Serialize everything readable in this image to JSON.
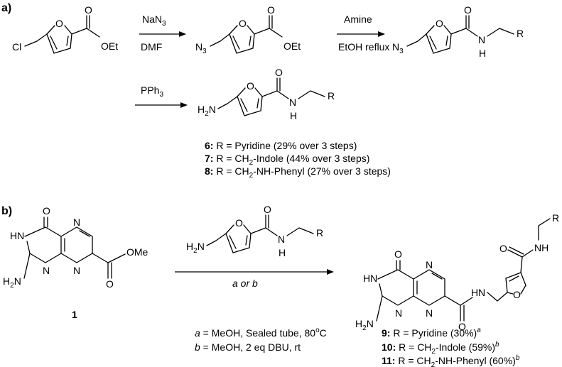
{
  "panels": {
    "a": "a)",
    "b": "b)"
  },
  "atoms": {
    "cl": "Cl",
    "o": "O",
    "oet": "OEt",
    "n": "N",
    "nh": "NH",
    "h": "H",
    "r": "R",
    "n3_main": "N",
    "n3_sub": "3",
    "h2n_main": "H",
    "h2n_sub": "2",
    "h2n_n": "N",
    "ome": "OMe",
    "hn": "HN"
  },
  "reaction_a": {
    "step1": {
      "reagent_main": "NaN",
      "reagent_sub": "3",
      "solvent": "DMF"
    },
    "step2": {
      "reagent": "Amine",
      "conditions": "EtOH reflux"
    },
    "step3": {
      "reagent_main": "PPh",
      "reagent_sub": "3"
    }
  },
  "products_a": [
    {
      "num": "6:",
      "text_a": " R = Pyridine (29% over 3 steps)"
    },
    {
      "num": "7:",
      "text_a": " R = CH",
      "sub": "2",
      "text_b": "-Indole (44% over 3 steps)"
    },
    {
      "num": "8:",
      "text_a": " R = CH",
      "sub": "2",
      "text_b": "-NH-Phenyl (27% over 3 steps)"
    }
  ],
  "reaction_b": {
    "arrow_label": "a or b",
    "start_num": "1",
    "conditions": [
      {
        "key": "a",
        "text": " = MeOH, Sealed tube, 80",
        "sup": "o",
        "tail": "C"
      },
      {
        "key": "b",
        "text": " = MeOH,  2 eq DBU, rt"
      }
    ]
  },
  "products_b": [
    {
      "num": "9:",
      "text_a": " R = Pyridine (30%)",
      "sup": "a"
    },
    {
      "num": "10:",
      "text_a": " R = CH",
      "sub": "2",
      "text_b": "-Indole (59%)",
      "sup": "b"
    },
    {
      "num": "11:",
      "text_a": " R = CH",
      "sub": "2",
      "text_b": "-NH-Phenyl (60%)",
      "sup": "b"
    }
  ]
}
